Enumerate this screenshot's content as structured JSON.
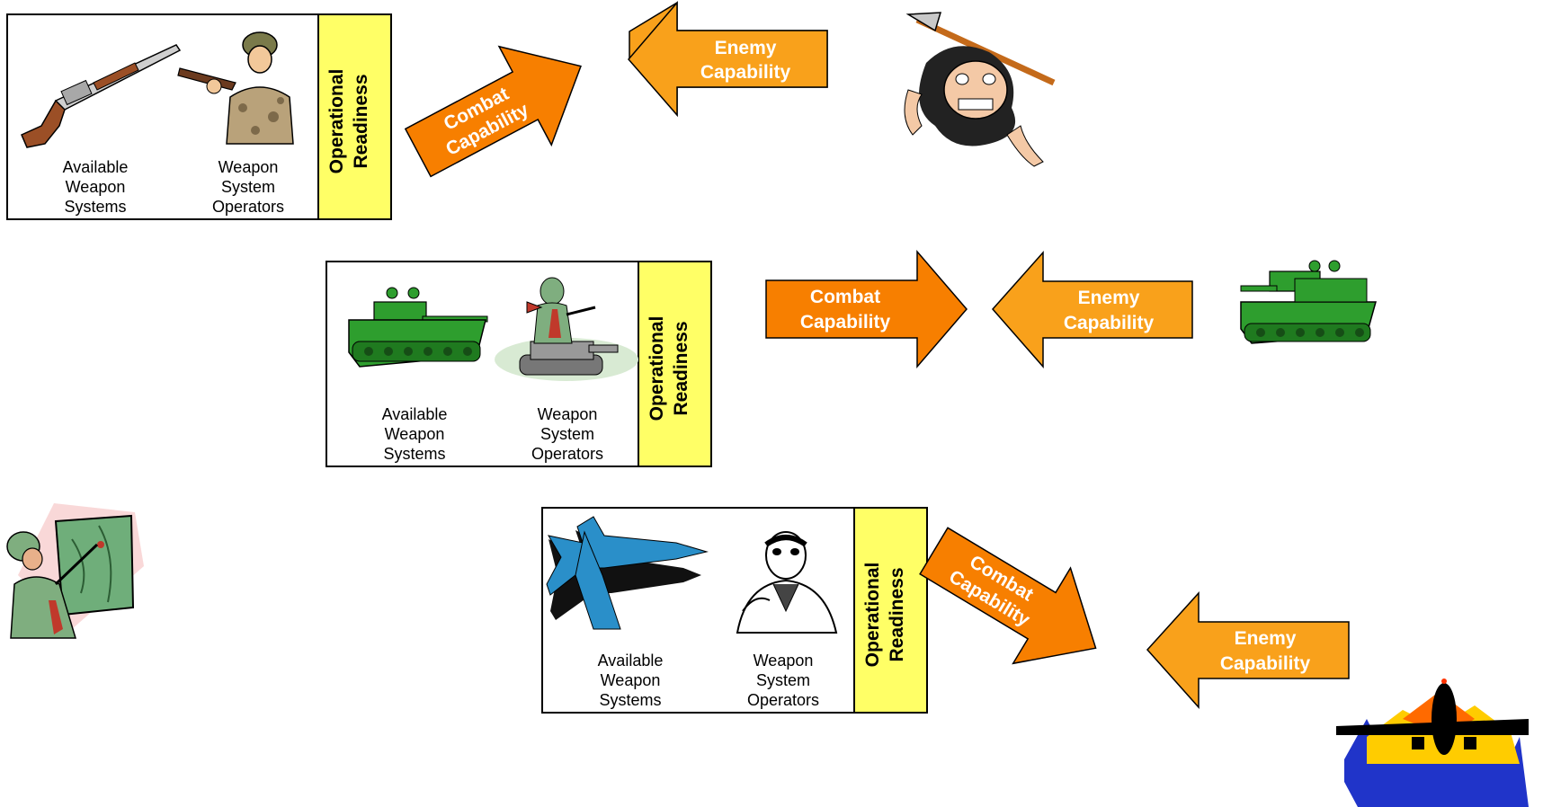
{
  "rows": [
    {
      "weapon_label": [
        "Available",
        "Weapon",
        "Systems"
      ],
      "operator_label": [
        "Weapon",
        "System",
        "Operators"
      ],
      "readiness_label": [
        "Operational",
        "Readiness"
      ],
      "combat_label": [
        "Combat",
        "Capability"
      ],
      "enemy_label": [
        "Enemy",
        "Capability"
      ]
    },
    {
      "weapon_label": [
        "Available",
        "Weapon",
        "Systems"
      ],
      "operator_label": [
        "Weapon",
        "System",
        "Operators"
      ],
      "readiness_label": [
        "Operational",
        "Readiness"
      ],
      "combat_label": [
        "Combat",
        "Capability"
      ],
      "enemy_label": [
        "Enemy",
        "Capability"
      ]
    },
    {
      "weapon_label": [
        "Available",
        "Weapon",
        "Systems"
      ],
      "operator_label": [
        "Weapon",
        "System",
        "Operators"
      ],
      "readiness_label": [
        "Operational",
        "Readiness"
      ],
      "combat_label": [
        "Combat",
        "Capability"
      ],
      "enemy_label": [
        "Enemy",
        "Capability"
      ]
    }
  ],
  "icons": [
    "rifle-icon",
    "soldier-icon",
    "caveman-icon",
    "tank-icon",
    "tank-commander-icon",
    "enemy-tank-icon",
    "fighter-jet-icon",
    "pilot-icon",
    "planner-with-map-icon",
    "airliner-icon"
  ],
  "colors": {
    "readiness_fill": "#ffff66",
    "combat_arrow": "#f77f00",
    "enemy_arrow": "#f9a11b",
    "tank_green": "#2e9e2e",
    "jet_blue": "#2a8fc9"
  }
}
